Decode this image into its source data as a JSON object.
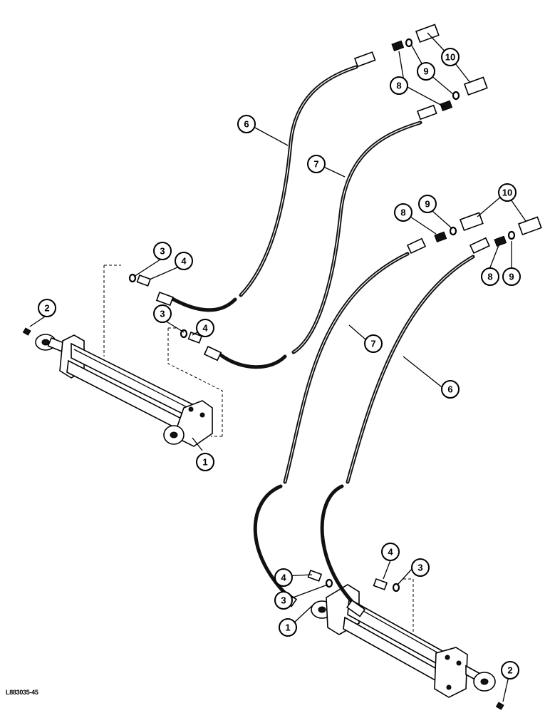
{
  "figure": {
    "reference_code": "L883035-45"
  },
  "callouts": {
    "c1a": "1",
    "c1b": "1",
    "c2a": "2",
    "c2b": "2",
    "c3a": "3",
    "c3b": "3",
    "c3c": "3",
    "c3d": "3",
    "c4a": "4",
    "c4b": "4",
    "c4c": "4",
    "c4d": "4",
    "c6a": "6",
    "c6b": "6",
    "c7a": "7",
    "c7b": "7",
    "c8a": "8",
    "c8b": "8",
    "c8c": "8",
    "c9a": "9",
    "c9b": "9",
    "c9c": "9",
    "c10a": "10",
    "c10b": "10"
  }
}
